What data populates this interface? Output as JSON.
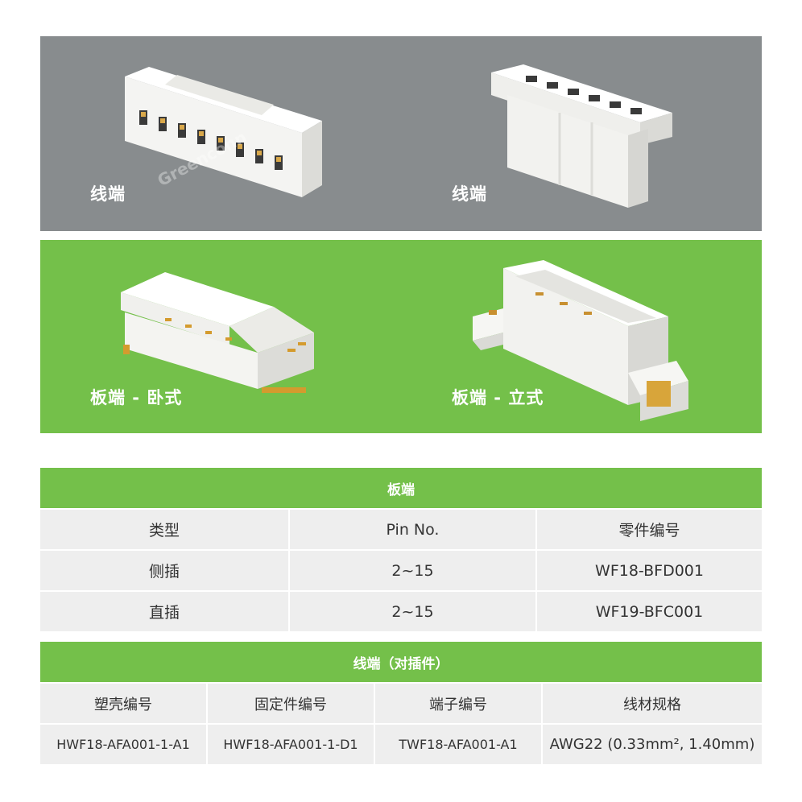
{
  "panels": {
    "wire_1": "线端",
    "wire_2": "线端",
    "board_horizontal": "板端 - 卧式",
    "board_vertical": "板端 - 立式"
  },
  "board_table": {
    "title": "板端",
    "headers": [
      "类型",
      "Pin No.",
      "零件编号"
    ],
    "rows": [
      [
        "侧插",
        "2~15",
        "WF18-BFD001"
      ],
      [
        "直插",
        "2~15",
        "WF19-BFC001"
      ]
    ]
  },
  "wire_table": {
    "title": "线端（对插件）",
    "headers": [
      "塑壳编号",
      "固定件编号",
      "端子编号",
      "线材规格"
    ],
    "rows": [
      [
        "HWF18-AFA001-1-A1",
        "HWF18-AFA001-1-D1",
        "TWF18-AFA001-A1",
        "AWG22 (0.33mm², 1.40mm)"
      ]
    ]
  },
  "watermark": "Greenconn",
  "colors": {
    "green": "#74c04a",
    "gray": "#888c8e",
    "cell": "#eeeeee"
  }
}
